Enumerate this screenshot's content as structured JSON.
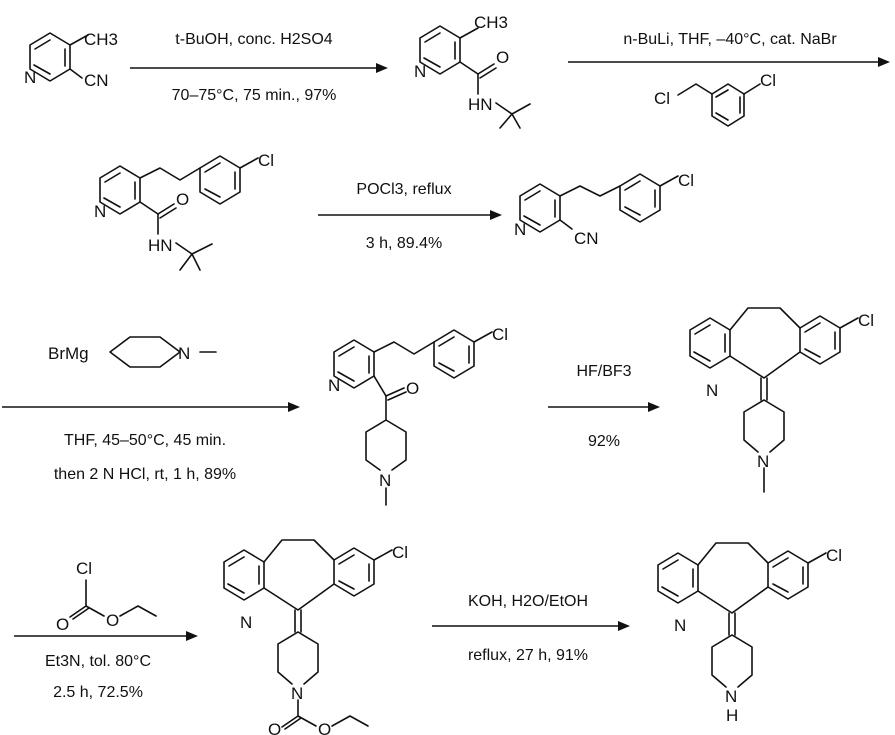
{
  "atoms": {
    "N": "N",
    "Cl": "Cl",
    "CH3": "CH3",
    "CN": "CN",
    "O": "O",
    "HN": "HN",
    "H": "H",
    "BrMg": "BrMg"
  },
  "steps": [
    {
      "above": "t-BuOH, conc. H2SO4",
      "below": "70–75°C, 75 min., 97%"
    },
    {
      "above": "n-BuLi, THF, –40°C, cat. NaBr",
      "below": ""
    },
    {
      "above": "POCl3, reflux",
      "below": "3 h, 89.4%"
    },
    {
      "above": "",
      "below": "THF, 45–50°C, 45 min.",
      "below2": "then 2 N HCl, rt, 1 h, 89%"
    },
    {
      "above": "HF/BF3",
      "below": "92%"
    },
    {
      "above": "",
      "below": "Et3N, tol. 80°C",
      "below2": "2.5 h, 72.5%"
    },
    {
      "above": "KOH, H2O/EtOH",
      "below": "reflux, 27 h, 91%"
    }
  ]
}
